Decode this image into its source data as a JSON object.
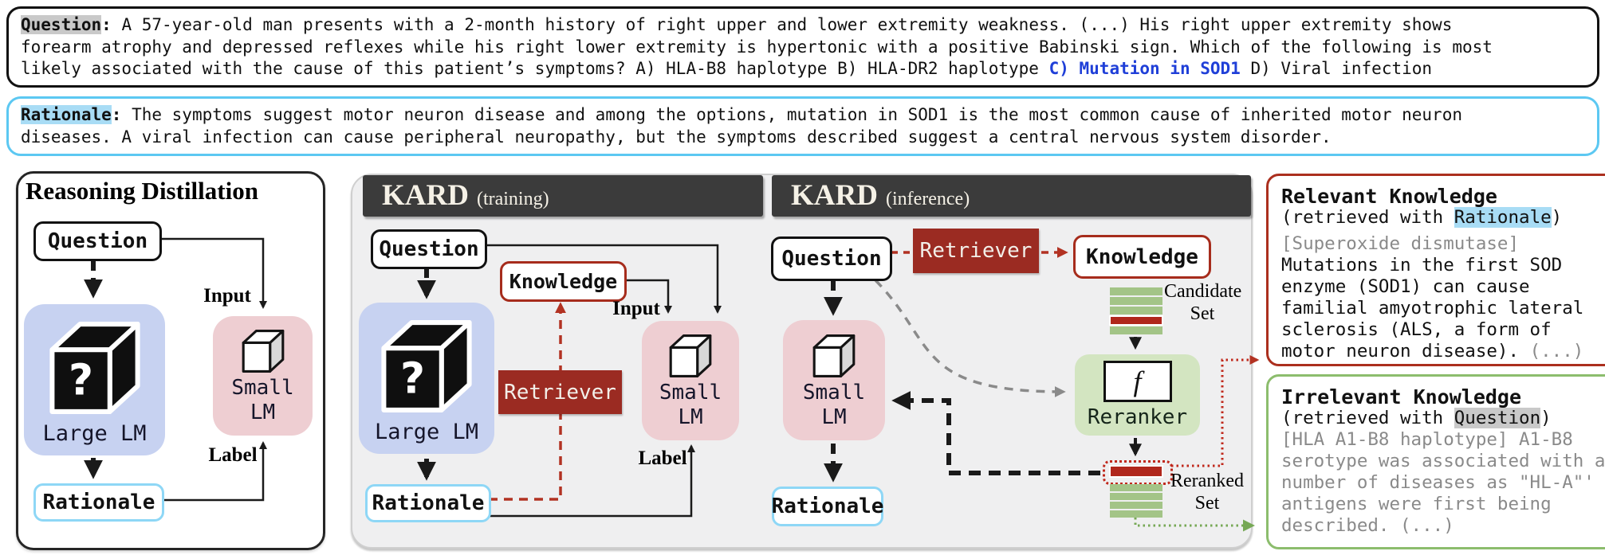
{
  "colors": {
    "answer_blue": "#1f3fd8",
    "question_highlight": "#c9c9c9",
    "rationale_highlight": "#a8dcf5",
    "large_lm_bg": "#c7d2f1",
    "small_lm_bg": "#eeced2",
    "retriever_bg": "#9b2b22",
    "knowledge_border": "#a62c1c",
    "relevant_border": "#ab2f1e",
    "irrelevant_border": "#8cbd6d",
    "rationale_border": "#8ed7f6",
    "header_bg": "#3b3b3b",
    "gray_panel_bg": "#efeff0",
    "green_bar": "#a3c487",
    "red_bar": "#b0271c",
    "reranker_bg": "#d3e5c1",
    "gray_text": "#8a8a8a"
  },
  "question_box": {
    "label": "Question",
    "colon": ": ",
    "line1": "A 57-year-old man presents with a 2-month history of right upper and lower extremity weakness. (...) His right upper extremity shows",
    "line2": "forearm atrophy and depressed reflexes while his right lower extremity is hypertonic with a positive Babinski sign. Which of the following is most",
    "line3_before": "likely associated with the cause of this patient’s symptoms? A) HLA-B8 haplotype B) HLA-DR2 haplotype ",
    "line3_answer": "C) Mutation in SOD1",
    "line3_after": " D) Viral infection"
  },
  "rationale_box": {
    "label": "Rationale",
    "colon": ": ",
    "line1": "The symptoms suggest motor neuron disease and among the options, mutation in SOD1 is the most common cause of inherited motor neuron",
    "line2": "diseases. A viral infection can cause peripheral neuropathy, but the symptoms described suggest a central nervous system disorder."
  },
  "rd_panel": {
    "title": "Reasoning Distillation",
    "question": "Question",
    "input": "Input",
    "label": "Label",
    "qmark": "?",
    "large_lm": "Large LM",
    "small_lm_line1": "Small",
    "small_lm_line2": "LM",
    "rationale": "Rationale"
  },
  "kard_training": {
    "title": "KARD",
    "subtitle": "(training)",
    "question": "Question",
    "knowledge": "Knowledge",
    "input": "Input",
    "label": "Label",
    "retriever": "Retriever",
    "qmark": "?",
    "large_lm": "Large LM",
    "small_lm_line1": "Small",
    "small_lm_line2": "LM",
    "rationale": "Rationale"
  },
  "kard_inference": {
    "title": "KARD",
    "subtitle": "(inference)",
    "question": "Question",
    "retriever": "Retriever",
    "knowledge": "Knowledge",
    "candidate_line1": "Candidate",
    "candidate_line2": "Set",
    "reranker_fn": "f",
    "reranker": "Reranker",
    "reranked_line1": "Reranked",
    "reranked_line2": "Set",
    "small_lm_line1": "Small",
    "small_lm_line2": "LM",
    "rationale": "Rationale"
  },
  "relevant_box": {
    "title": "Relevant Knowledge",
    "retrieved_prefix": "(retrieved with ",
    "retrieved_term": "Rationale",
    "retrieved_suffix": ")",
    "source": "[Superoxide dismutase]",
    "body": "Mutations in the first SOD enzyme (SOD1) can cause familial amyotrophic lateral sclerosis (ALS, a form of motor neuron disease). ",
    "ellipsis": "(...)"
  },
  "irrelevant_box": {
    "title": "Irrelevant Knowledge",
    "retrieved_prefix": "(retrieved with ",
    "retrieved_term": "Question",
    "retrieved_suffix": ")",
    "body": "[HLA A1-B8 haplotype] A1-B8 serotype was associated with a number of diseases as \"HL-A\"' antigens were first being described. (...)"
  }
}
